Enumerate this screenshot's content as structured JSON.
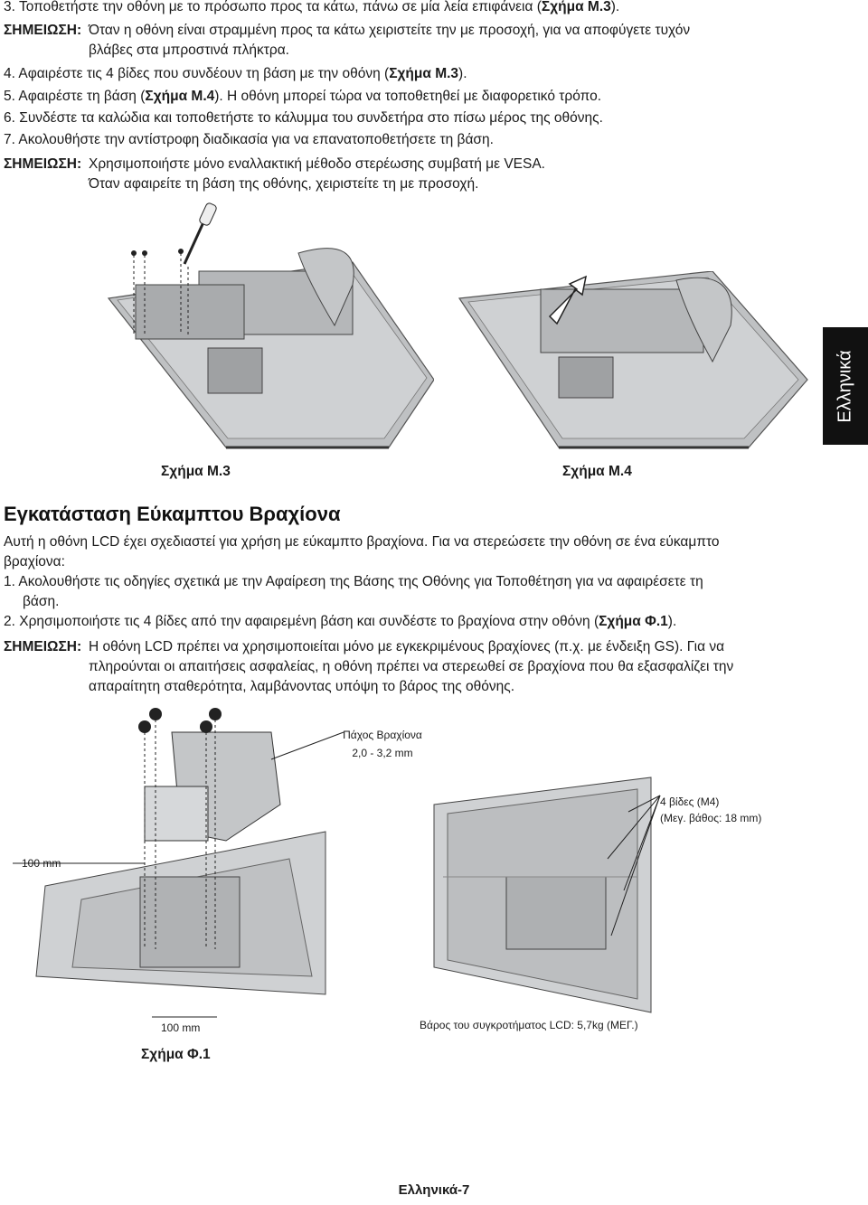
{
  "steps_top": {
    "s3": {
      "num": "3.",
      "text_a": "Τοποθετήστε την οθόνη με το πρόσωπο προς τα κάτω, πάνω σε μία λεία επιφάνεια (",
      "ref": "Σχήμα Μ.3",
      "text_b": ")."
    },
    "note1": {
      "label": "ΣΗΜΕΙΩΣΗ:",
      "line1": "Όταν η οθόνη είναι στραμμένη προς τα κάτω χειριστείτε την με προσοχή, για να αποφύγετε τυχόν",
      "line2": "βλάβες στα μπροστινά πλήκτρα."
    },
    "s4": {
      "num": "4.",
      "text_a": "Αφαιρέστε τις 4 βίδες που συνδέουν τη βάση με την οθόνη (",
      "ref": "Σχήμα Μ.3",
      "text_b": ")."
    },
    "s5": {
      "num": "5.",
      "text_a": "Αφαιρέστε τη βάση (",
      "ref": "Σχήμα Μ.4",
      "text_b": "). Η οθόνη μπορεί τώρα να τοποθετηθεί με διαφορετικό τρόπο."
    },
    "s6": {
      "num": "6.",
      "text": "Συνδέστε τα καλώδια και τοποθετήστε το κάλυμμα του συνδετήρα στο πίσω μέρος της οθόνης."
    },
    "s7": {
      "num": "7.",
      "text": "Ακολουθήστε την αντίστροφη διαδικασία για να επανατοποθετήσετε τη βάση."
    },
    "note2": {
      "label": "ΣΗΜΕΙΩΣΗ:",
      "line1": "Χρησιμοποιήστε μόνο εναλλακτική μέθοδο στερέωσης συμβατή με VESA.",
      "line2": "Όταν αφαιρείτε τη βάση της οθόνης, χειριστείτε τη με προσοχή."
    }
  },
  "figures": {
    "m3_caption": "Σχήμα Μ.3",
    "m4_caption": "Σχήμα Μ.4",
    "f1_caption": "Σχήμα Φ.1"
  },
  "side_tab": "Ελληνικά",
  "section": {
    "title": "Εγκατάσταση Εύκαμπτου Βραχίονα",
    "intro1": "Αυτή η οθόνη LCD έχει σχεδιαστεί για χρήση με εύκαμπτο βραχίονα. Για να στερεώσετε την οθόνη σε ένα εύκαμπτο",
    "intro2": "βραχίονα:",
    "s1": {
      "num": "1.",
      "line1": "Ακολουθήστε τις οδηγίες σχετικά με την Αφαίρεση της Βάσης της Οθόνης για Τοποθέτηση για να αφαιρέσετε τη",
      "line2": "βάση."
    },
    "s2": {
      "num": "2.",
      "text_a": "Χρησιμοποιήστε τις 4 βίδες από την αφαιρεμένη βάση και συνδέστε το βραχίονα στην οθόνη (",
      "ref": "Σχήμα Φ.1",
      "text_b": ")."
    },
    "note3": {
      "label": "ΣΗΜΕΙΩΣΗ:",
      "line1": "Η οθόνη LCD πρέπει να χρησιμοποιείται μόνο με εγκεκριμένους βραχίονες (π.χ. με ένδειξη GS). Για να",
      "line2": "πληρούνται οι απαιτήσεις ασφαλείας, η οθόνη πρέπει να στερεωθεί σε βραχίονα που θα εξασφαλίζει την",
      "line3": "απαραίτητη σταθερότητα, λαμβάνοντας υπόψη το βάρος της οθόνης."
    }
  },
  "fig_f1_labels": {
    "thickness_1": "Πάχος Βραχίονα",
    "thickness_2": "2,0 - 3,2 mm",
    "screws_1": "4 βίδες (M4)",
    "screws_2": "(Μεγ. βάθος: 18 mm)",
    "dim_left": "100 mm",
    "dim_bottom": "100 mm",
    "weight": "Βάρος του συγκροτήματος LCD: 5,7kg (ΜΕΓ.)"
  },
  "footer": "Ελληνικά-7"
}
